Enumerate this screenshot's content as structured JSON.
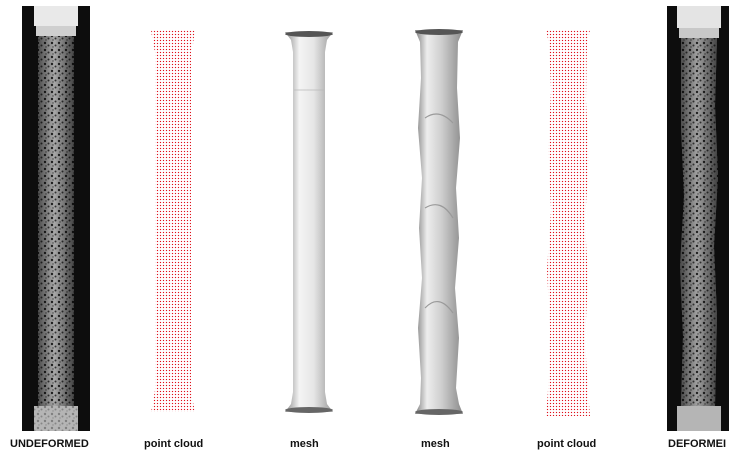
{
  "panels": [
    {
      "id": "undeformed-photo",
      "caption": "UNDEFORMED"
    },
    {
      "id": "point-cloud-left",
      "caption": "point cloud"
    },
    {
      "id": "mesh-left",
      "caption": "mesh"
    },
    {
      "id": "mesh-right",
      "caption": "mesh"
    },
    {
      "id": "point-cloud-right",
      "caption": "point cloud"
    },
    {
      "id": "deformed-photo",
      "caption": "DEFORMEI"
    }
  ],
  "colors": {
    "point_cloud": "#e0101a",
    "mesh_light": "#f2f2f2",
    "mesh_dark": "#8c8c8c",
    "photo_bg": "#0d0d0d",
    "specimen": "#9a9a9a"
  }
}
